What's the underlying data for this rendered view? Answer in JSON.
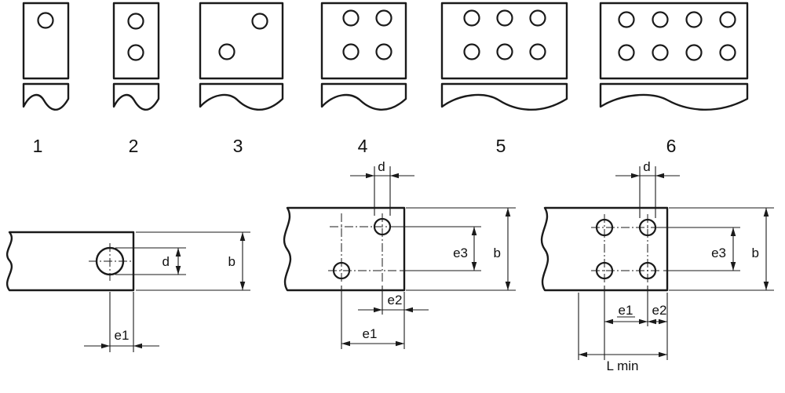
{
  "diagram": {
    "variant_row": {
      "items": [
        {
          "label": "1",
          "hole_count": 1,
          "hole_grid": "1 x 1"
        },
        {
          "label": "2",
          "hole_count": 2,
          "hole_grid": "2 x 1"
        },
        {
          "label": "3",
          "hole_count": 2,
          "hole_grid": "diagonal 2"
        },
        {
          "label": "4",
          "hole_count": 4,
          "hole_grid": "2 x 2"
        },
        {
          "label": "5",
          "hole_count": 6,
          "hole_grid": "2 x 3"
        },
        {
          "label": "6",
          "hole_count": 8,
          "hole_grid": "2 x 4"
        }
      ]
    },
    "dim_labels": {
      "d": "d",
      "b": "b",
      "e1": "e1",
      "e2": "e2",
      "e3": "e3",
      "l_min": "L min"
    },
    "colors": {
      "line": "#1a1a1a",
      "background": "#ffffff"
    }
  }
}
